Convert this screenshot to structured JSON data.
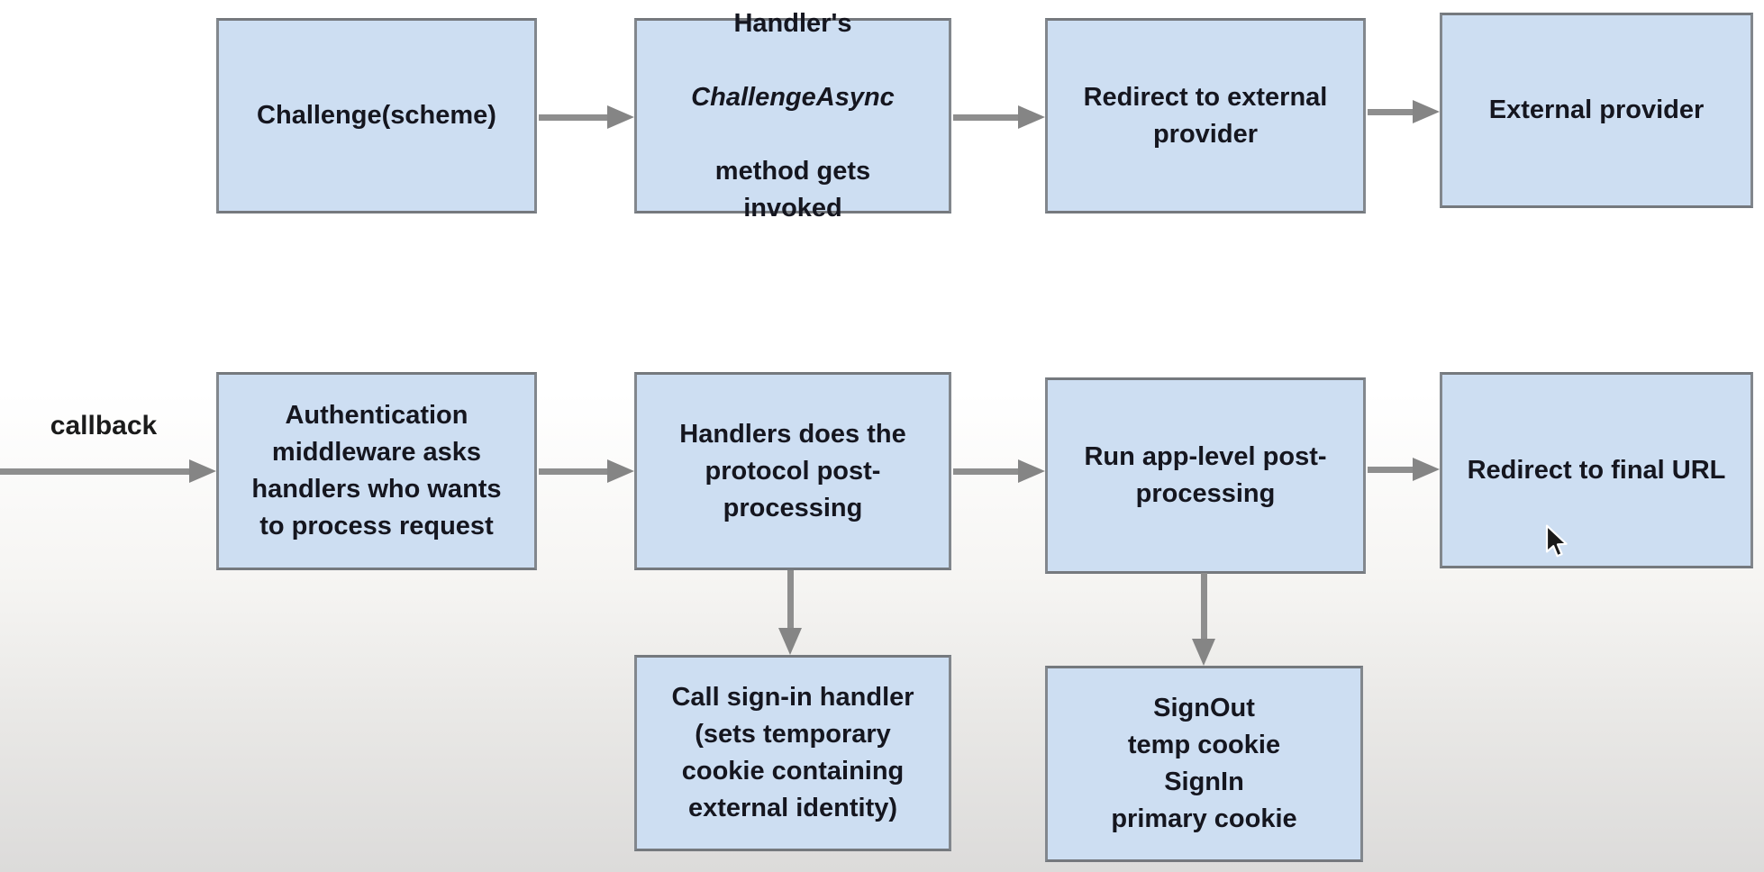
{
  "diagram": {
    "nodes": {
      "challenge": {
        "label": "Challenge(scheme)"
      },
      "handler_challenge_async": {
        "line_before": "Handler's",
        "italic_word": "ChallengeAsync",
        "line_after": "method gets\ninvoked"
      },
      "redirect_external": {
        "label": "Redirect to external\nprovider"
      },
      "external_provider": {
        "label": "External provider"
      },
      "auth_middleware": {
        "label": "Authentication\nmiddleware asks\nhandlers who wants\nto process request"
      },
      "protocol_post": {
        "label": "Handlers does the\nprotocol post-\nprocessing"
      },
      "app_level_post": {
        "label": "Run app-level post-\nprocessing"
      },
      "redirect_final": {
        "label": "Redirect to final URL"
      },
      "call_signin_handler": {
        "label": "Call sign-in handler\n(sets temporary\ncookie containing\nexternal identity)"
      },
      "cookie_actions": {
        "label": "SignOut\ntemp cookie\nSignIn\nprimary cookie"
      }
    },
    "edge_labels": {
      "callback": "callback"
    },
    "colors": {
      "node_fill": "#cddef2",
      "node_border": "#82878d",
      "arrow": "#8e8e8e",
      "text": "#15161f",
      "background_top": "#ffffff",
      "background_bottom": "#dcdbda"
    }
  }
}
